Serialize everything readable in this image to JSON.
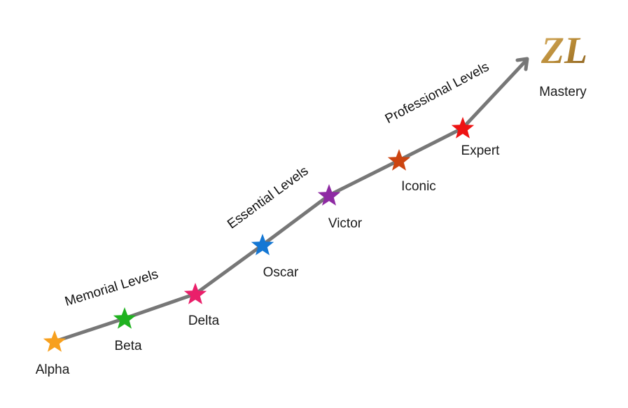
{
  "levels": [
    {
      "name": "Alpha",
      "color": "#f7a01e",
      "icon": "star-icon"
    },
    {
      "name": "Beta",
      "color": "#1fb21f",
      "icon": "star-icon"
    },
    {
      "name": "Delta",
      "color": "#ea1f6a",
      "icon": "star-icon"
    },
    {
      "name": "Oscar",
      "color": "#1477d4",
      "icon": "star-icon"
    },
    {
      "name": "Victor",
      "color": "#8e2aa3",
      "icon": "star-icon"
    },
    {
      "name": "Iconic",
      "color": "#cc4410",
      "icon": "star-icon"
    },
    {
      "name": "Expert",
      "color": "#ee1212",
      "icon": "star-icon"
    }
  ],
  "groups": {
    "memorial": "Memorial Levels",
    "essential": "Essential Levels",
    "professional": "Professional Levels"
  },
  "mastery": {
    "label": "Mastery",
    "logo_text": "ZL",
    "logo_icon": "zl-logo-icon",
    "logo_color": "#b88a35"
  },
  "path": {
    "color": "#777777",
    "arrow_icon": "arrow-head-icon"
  }
}
